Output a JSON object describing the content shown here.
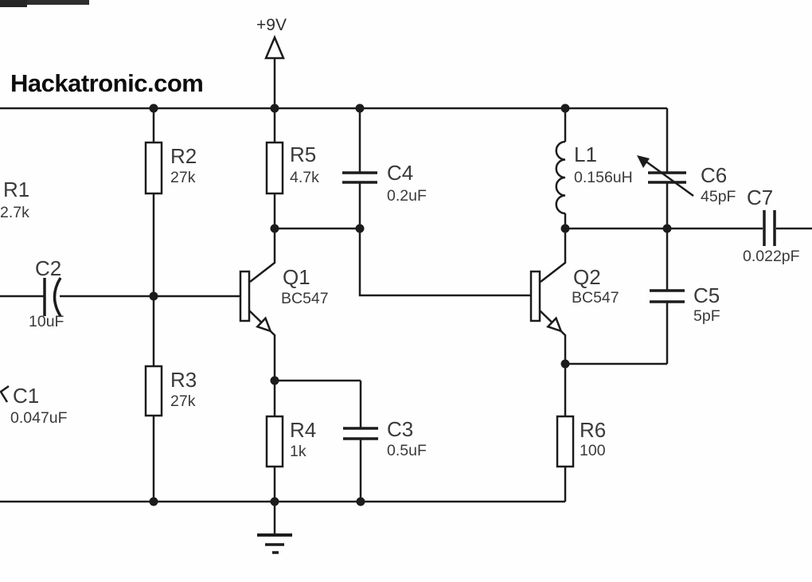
{
  "watermark": "Hackatronic.com",
  "power": {
    "label": "+9V"
  },
  "components": {
    "R1": {
      "ref": "R1",
      "value": "2.7k"
    },
    "R2": {
      "ref": "R2",
      "value": "27k"
    },
    "R3": {
      "ref": "R3",
      "value": "27k"
    },
    "R4": {
      "ref": "R4",
      "value": "1k"
    },
    "R5": {
      "ref": "R5",
      "value": "4.7k"
    },
    "R6": {
      "ref": "R6",
      "value": "100"
    },
    "C1": {
      "ref": "C1",
      "value": "0.047uF"
    },
    "C2": {
      "ref": "C2",
      "value": "10uF"
    },
    "C3": {
      "ref": "C3",
      "value": "0.5uF"
    },
    "C4": {
      "ref": "C4",
      "value": "0.2uF"
    },
    "C5": {
      "ref": "C5",
      "value": "5pF"
    },
    "C6": {
      "ref": "C6",
      "value": "45pF"
    },
    "C7": {
      "ref": "C7",
      "value": "0.022pF"
    },
    "L1": {
      "ref": "L1",
      "value": "0.156uH"
    },
    "Q1": {
      "ref": "Q1",
      "value": "BC547"
    },
    "Q2": {
      "ref": "Q2",
      "value": "BC547"
    }
  },
  "colors": {
    "line": "#1c1c1c",
    "label": "#3a3a3a",
    "watermark": "#0d0d0d",
    "background": "#fefefe"
  }
}
